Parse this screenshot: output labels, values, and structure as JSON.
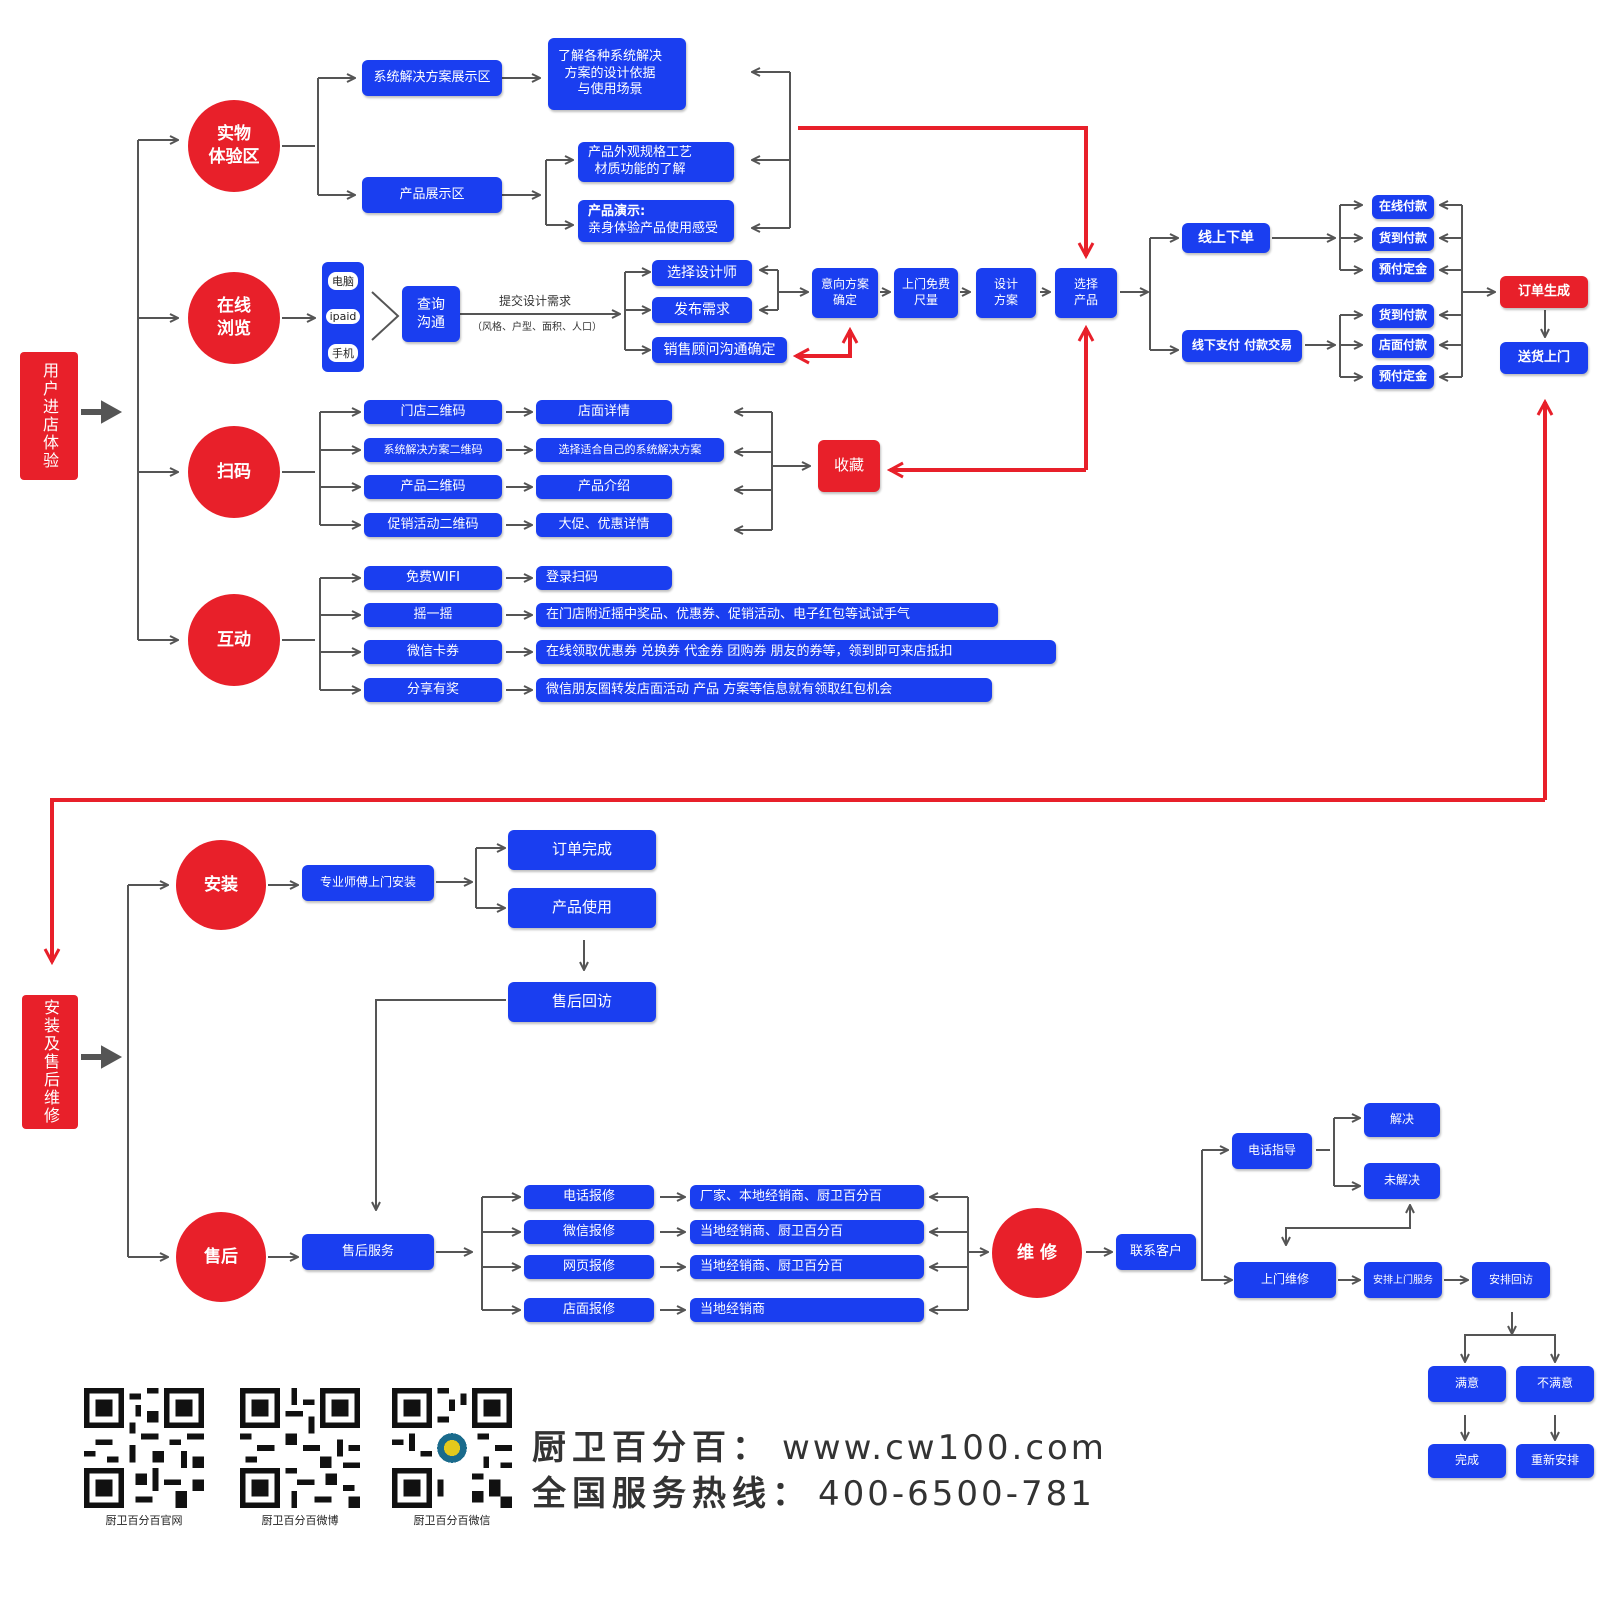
{
  "colors": {
    "blue": "#1a3ef0",
    "red": "#e8202a",
    "arrow": "#555555"
  },
  "section1": {
    "label": "用户进店体验",
    "circles": {
      "physical": "实物\n体验区",
      "online": "在线\n浏览",
      "scan": "扫码",
      "interact": "互动"
    },
    "physical": {
      "solutions_zone": "系统解决方案展示区",
      "product_zone": "产品展示区",
      "learn_solutions": "了解各种系统解决\n方案的设计依据\n与使用场景",
      "appearance": "产品外观规格工艺\n材质功能的了解",
      "demo_title": "产品演示:",
      "demo_text": "亲身体验产品使用感受"
    },
    "online": {
      "devices": [
        "电脑",
        "ipaid",
        "手机"
      ],
      "query": "查询\n沟通",
      "note_line1": "提交设计需求",
      "note_line2": "（风格、户型、面积、人口）",
      "choose_designer": "选择设计师",
      "publish_need": "发布需求",
      "consultant": "销售顾问沟通确定",
      "intent": "意向方案\n确定",
      "measure": "上门免费\n尺量",
      "design": "设计\n方案",
      "select_product": "选择\n产品"
    },
    "scan": {
      "codes": [
        "门店二维码",
        "系统解决方案二维码",
        "产品二维码",
        "促销活动二维码"
      ],
      "results": [
        "店面详情",
        "选择适合自己的系统解决方案",
        "产品介绍",
        "大促、优惠详情"
      ],
      "favorite": "收藏"
    },
    "interact": {
      "items": [
        "免费WIFI",
        "摇一摇",
        "微信卡券",
        "分享有奖"
      ],
      "results": [
        "登录扫码",
        "在门店附近摇中奖品、优惠券、促销活动、电子红包等试试手气",
        "在线领取优惠券 兑换券 代金券 团购券 朋友的券等，领到即可来店抵扣",
        "微信朋友圈转发店面活动 产品 方案等信息就有领取红包机会"
      ]
    },
    "order": {
      "online_order": "线上下单",
      "offline_pay": "线下支付 付款交易",
      "online_pays": [
        "在线付款",
        "货到付款",
        "预付定金"
      ],
      "offline_pays": [
        "货到付款",
        "店面付款",
        "预付定金"
      ],
      "order_created": "订单生成",
      "delivery": "送货上门"
    }
  },
  "section2": {
    "label": "安装及售后维修",
    "circles": {
      "install": "安装",
      "aftersale": "售后",
      "repair": "维 修"
    },
    "install": {
      "technician": "专业师傅上门安装",
      "order_done": "订单完成",
      "product_use": "产品使用",
      "followup": "售后回访"
    },
    "aftersale": {
      "service": "售后服务",
      "channels": [
        "电话报修",
        "微信报修",
        "网页报修",
        "店面报修"
      ],
      "handlers": [
        "厂家、本地经销商、厨卫百分百",
        "当地经销商、厨卫百分百",
        "当地经销商、厨卫百分百",
        "当地经销商"
      ],
      "contact_customer": "联系客户",
      "phone_guide": "电话指导",
      "solved": "解决",
      "unsolved": "未解决",
      "onsite_repair": "上门维修",
      "arrange_service": "安排上门服务",
      "arrange_visit": "安排回访",
      "satisfied": "满意",
      "unsatisfied": "不满意",
      "done": "完成",
      "reschedule": "重新安排"
    }
  },
  "footer": {
    "qr_captions": [
      "厨卫百分百官网",
      "厨卫百分百微博",
      "厨卫百分百微信"
    ],
    "brand_label": "厨卫百分百：",
    "website": "www.cw100.com",
    "hotline_label": "全国服务热线：",
    "hotline": "400-6500-781"
  }
}
